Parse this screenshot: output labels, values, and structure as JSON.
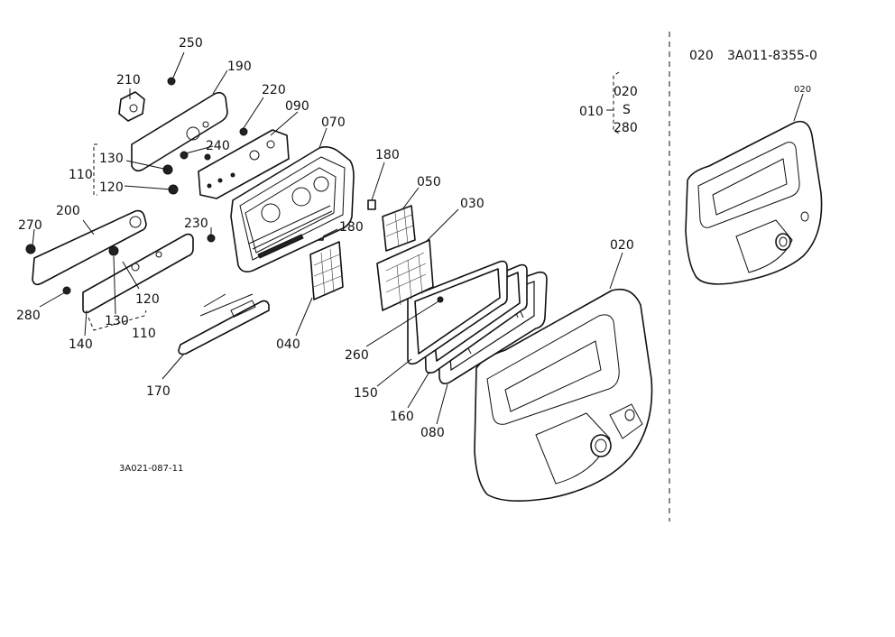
{
  "diagram": {
    "drawing_number": "3A021-087-11",
    "header": {
      "part_code": "020",
      "part_number": "3A011-8355-0"
    },
    "inset_label": "020",
    "group": {
      "id": "010",
      "from": "020",
      "to": "280",
      "tilde": "S"
    },
    "callouts": {
      "c250": "250",
      "c190": "190",
      "c210": "210",
      "c220": "220",
      "c090": "090",
      "c070": "070",
      "c240": "240",
      "c130a": "130",
      "c110a": "110",
      "c120a": "120",
      "c180a": "180",
      "c050": "050",
      "c030": "030",
      "c020": "020",
      "c270": "270",
      "c200": "200",
      "c230": "230",
      "c180b": "180",
      "c120b": "120",
      "c280": "280",
      "c130b": "130",
      "c140": "140",
      "c110b": "110",
      "c040": "040",
      "c260": "260",
      "c170": "170",
      "c150": "150",
      "c160": "160",
      "c080": "080"
    }
  }
}
